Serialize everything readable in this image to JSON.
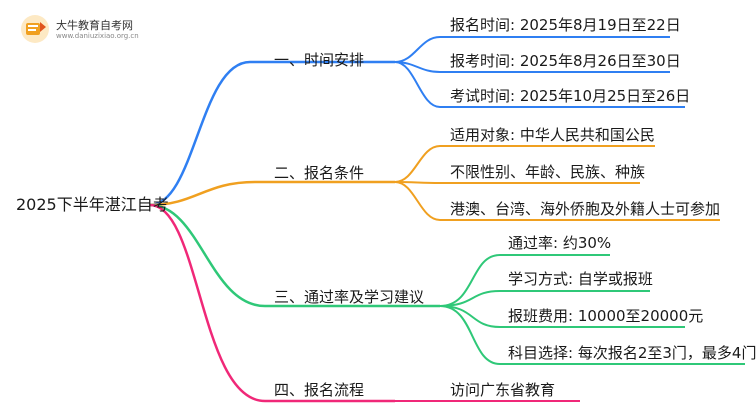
{
  "brand": {
    "name": "大牛教育自考网",
    "url": "www.daniuzixiao.org.cn"
  },
  "root": "2025下半年湛江自考",
  "colors": {
    "blue": "#2f7ff2",
    "orange": "#f0a020",
    "green": "#2fc878",
    "pink": "#f02878"
  },
  "branches": [
    {
      "label": "一、时间安排",
      "items": [
        "报名时间: 2025年8月19日至22日",
        "报考时间: 2025年8月26日至30日",
        "考试时间: 2025年10月25日至26日"
      ]
    },
    {
      "label": "二、报名条件",
      "items": [
        "适用对象: 中华人民共和国公民",
        "不限性别、年龄、民族、种族",
        "港澳、台湾、海外侨胞及外籍人士可参加"
      ]
    },
    {
      "label": "三、通过率及学习建议",
      "items": [
        "通过率: 约30%",
        "学习方式: 自学或报班",
        "报班费用: 10000至20000元",
        "科目选择: 每次报名2至3门，最多4门"
      ]
    },
    {
      "label": "四、报名流程",
      "items": [
        "访问广东省教育"
      ]
    }
  ]
}
